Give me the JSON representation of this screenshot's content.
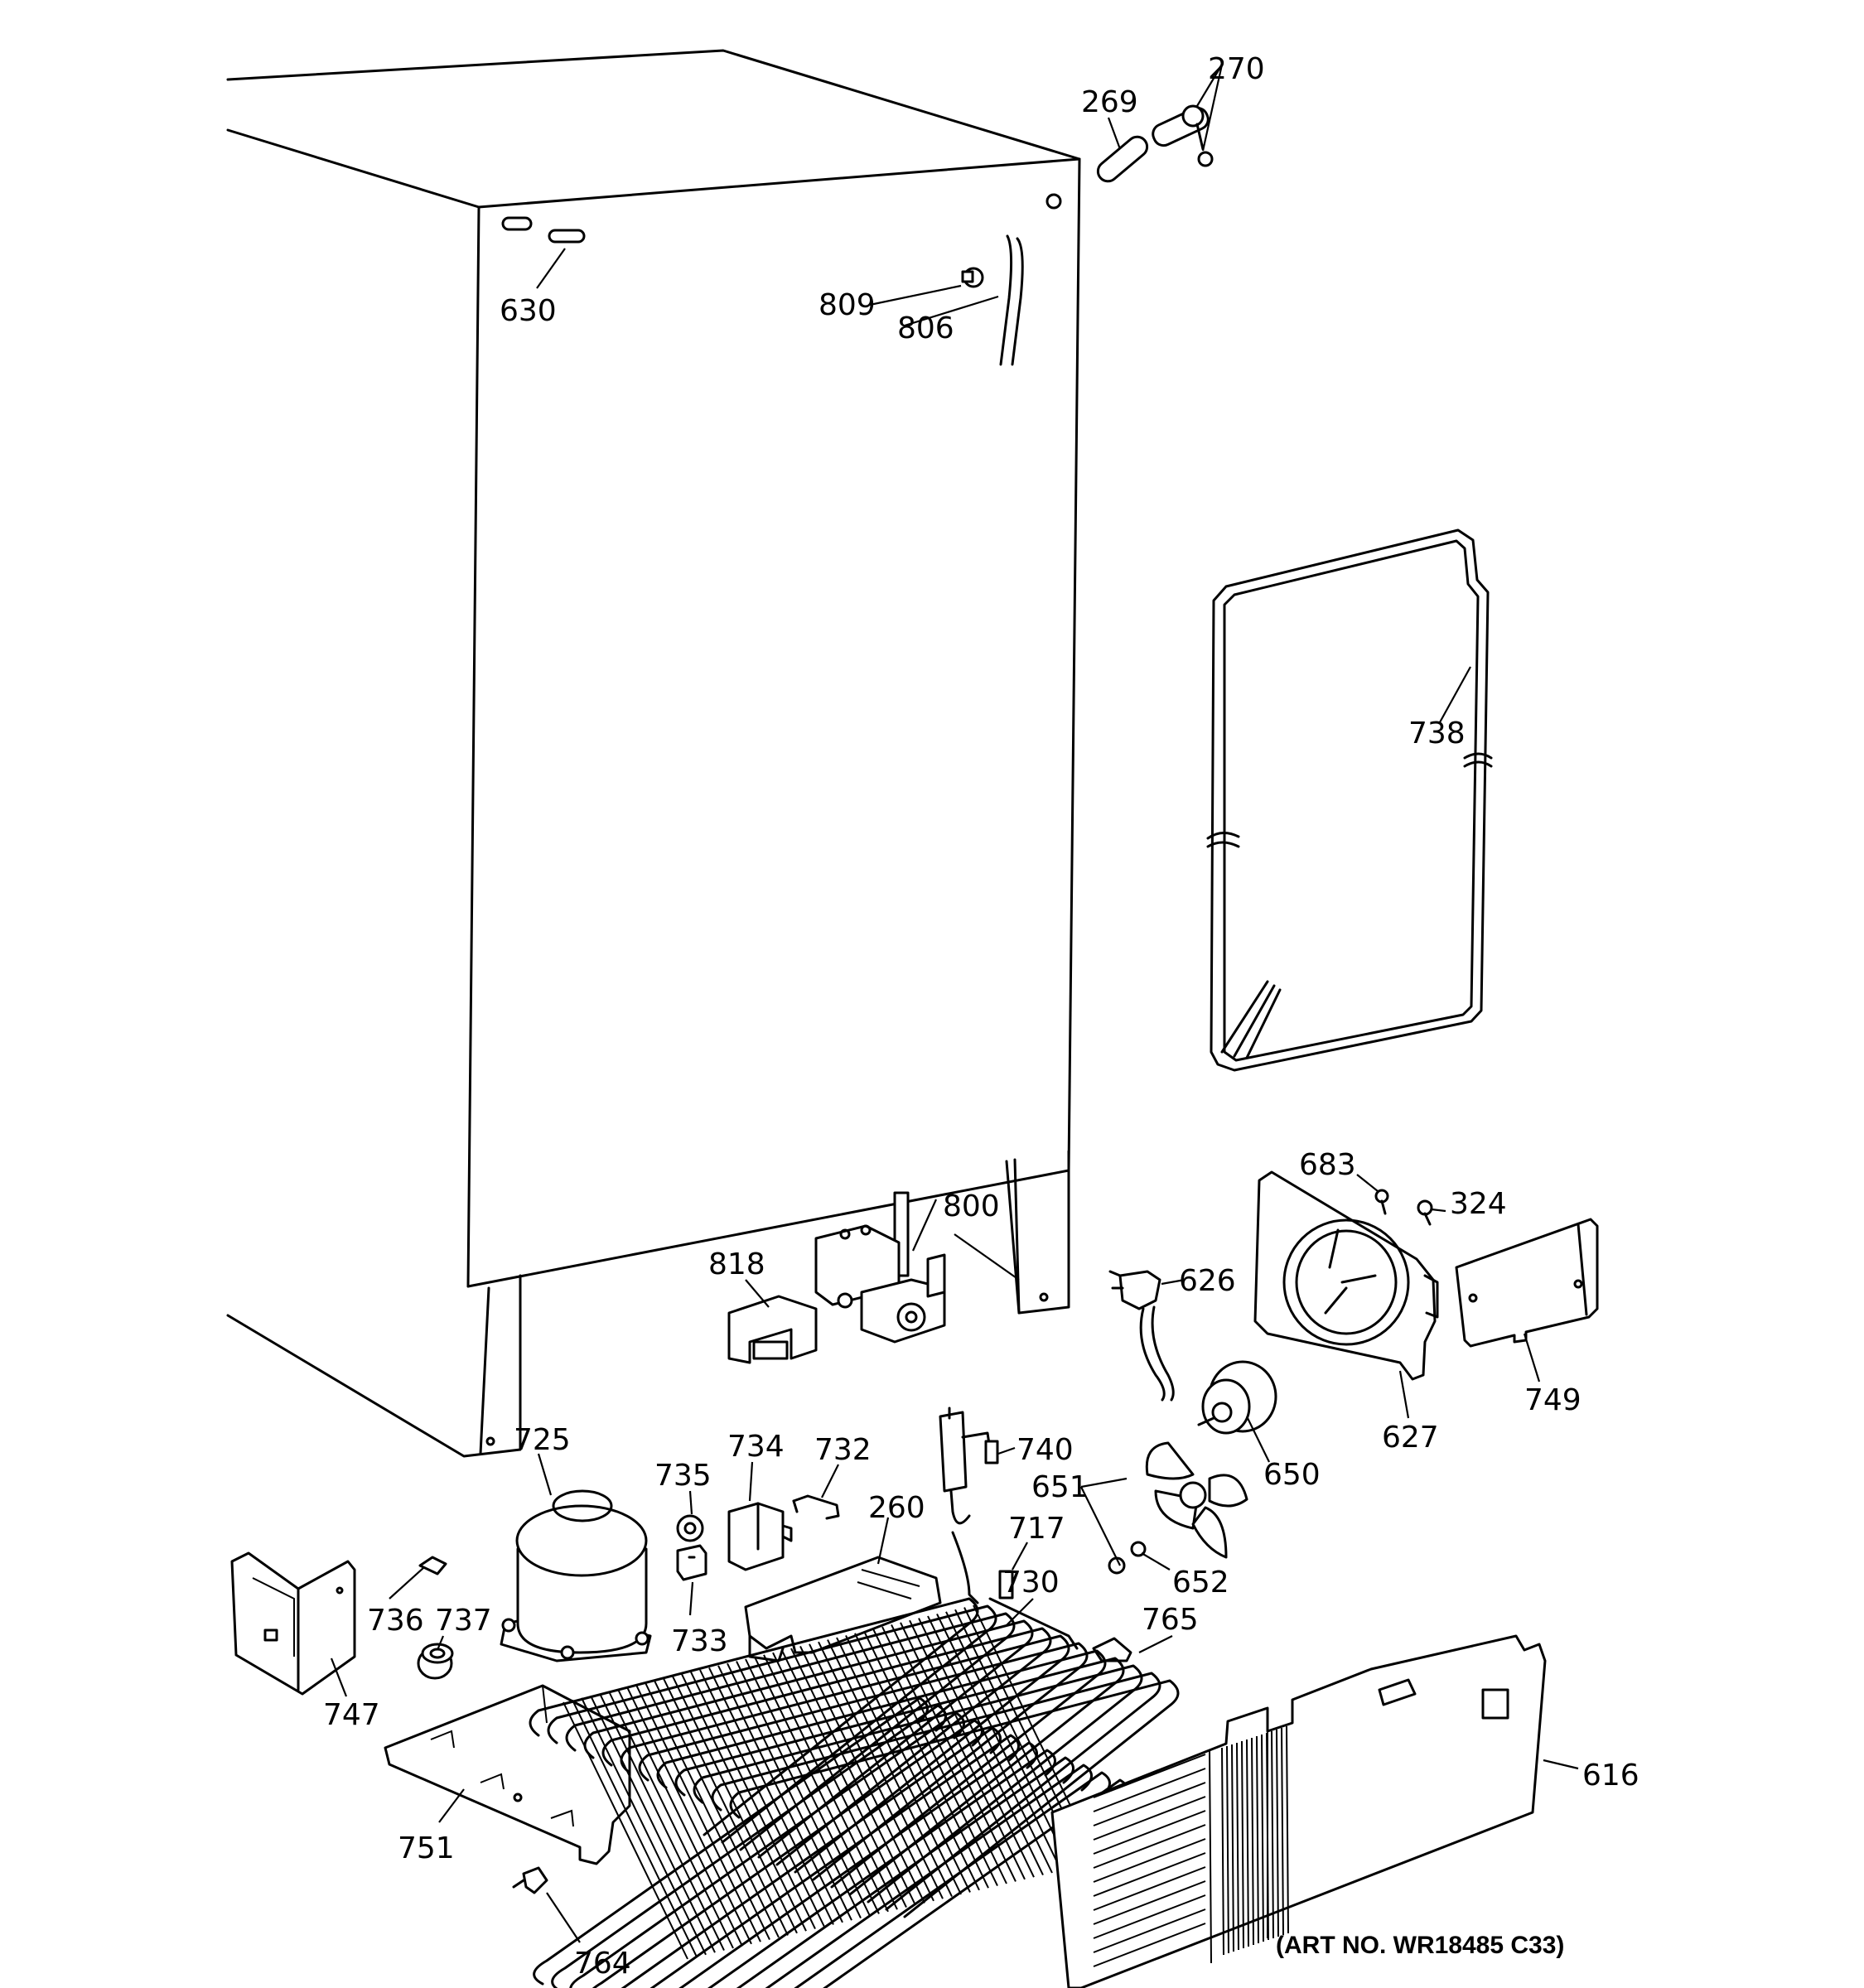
{
  "parts": {
    "p269": "269",
    "p270": "270",
    "p630": "630",
    "p809": "809",
    "p806": "806",
    "p738": "738",
    "p683": "683",
    "p324": "324",
    "p800": "800",
    "p818": "818",
    "p626": "626",
    "p627": "627",
    "p749": "749",
    "p725": "725",
    "p734": "734",
    "p732": "732",
    "p735": "735",
    "p740": "740",
    "p651": "651",
    "p650": "650",
    "p260": "260",
    "p717": "717",
    "p730": "730",
    "p652": "652",
    "p736": "736",
    "p737": "737",
    "p733": "733",
    "p765": "765",
    "p747": "747",
    "p616": "616",
    "p751": "751",
    "p764": "764"
  },
  "art_number": "(ART NO. WR18485 C33)"
}
